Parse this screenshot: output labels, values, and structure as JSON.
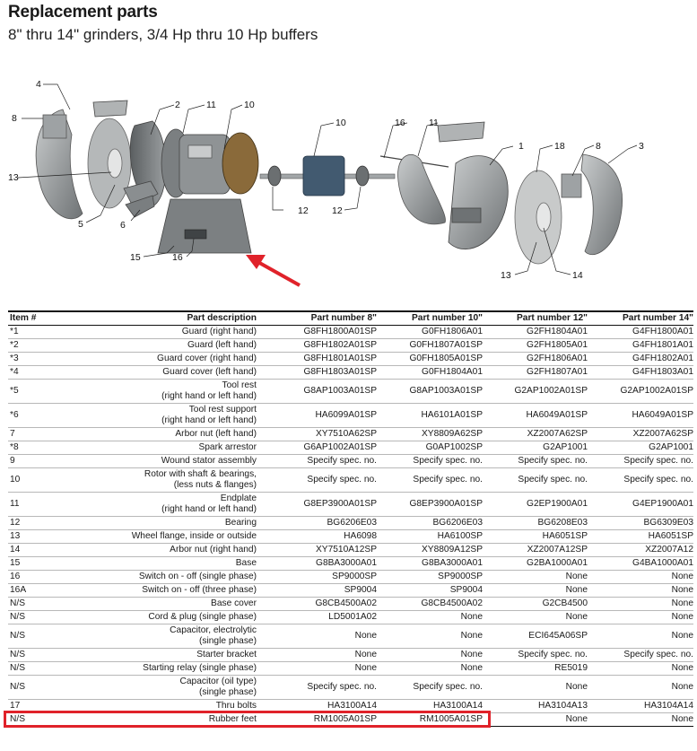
{
  "title": "Replacement parts",
  "subtitle": "8\" thru 14\" grinders, 3/4 Hp thru 10 Hp buffers",
  "diagram_labels": {
    "l4": "4",
    "l8a": "8",
    "l13a": "13",
    "l5": "5",
    "l6": "6",
    "l2": "2",
    "l11a": "11",
    "l10a": "10",
    "l15": "15",
    "l16a": "16",
    "l12a": "12",
    "l10b": "10",
    "l12b": "12",
    "l16b": "16",
    "l11b": "11",
    "l1": "1",
    "l18": "18",
    "l8b": "8",
    "l3": "3",
    "l13b": "13",
    "l14": "14"
  },
  "table": {
    "headers": [
      "Item #",
      "Part description",
      "Part number 8\"",
      "Part number 10\"",
      "Part number 12\"",
      "Part number 14\""
    ],
    "rows": [
      {
        "item": "*1",
        "desc": [
          "Guard (right hand)"
        ],
        "p8": "G8FH1800A01SP",
        "p10": "G0FH1806A01",
        "p12": "G2FH1804A01",
        "p14": "G4FH1800A01"
      },
      {
        "item": "*2",
        "desc": [
          "Guard (left hand)"
        ],
        "p8": "G8FH1802A01SP",
        "p10": "G0FH1807A01SP",
        "p12": "G2FH1805A01",
        "p14": "G4FH1801A01"
      },
      {
        "item": "*3",
        "desc": [
          "Guard cover (right hand)"
        ],
        "p8": "G8FH1801A01SP",
        "p10": "G0FH1805A01SP",
        "p12": "G2FH1806A01",
        "p14": "G4FH1802A01"
      },
      {
        "item": "*4",
        "desc": [
          "Guard cover (left hand)"
        ],
        "p8": "G8FH1803A01SP",
        "p10": "G0FH1804A01",
        "p12": "G2FH1807A01",
        "p14": "G4FH1803A01"
      },
      {
        "item": "*5",
        "desc": [
          "Tool rest",
          "(right hand or left hand)"
        ],
        "p8": "G8AP1003A01SP",
        "p10": "G8AP1003A01SP",
        "p12": "G2AP1002A01SP",
        "p14": "G2AP1002A01SP"
      },
      {
        "item": "*6",
        "desc": [
          "Tool rest support",
          "(right hand or left hand)"
        ],
        "p8": "HA6099A01SP",
        "p10": "HA6101A01SP",
        "p12": "HA6049A01SP",
        "p14": "HA6049A01SP"
      },
      {
        "item": "7",
        "desc": [
          "Arbor nut (left hand)"
        ],
        "p8": "XY7510A62SP",
        "p10": "XY8809A62SP",
        "p12": "XZ2007A62SP",
        "p14": "XZ2007A62SP"
      },
      {
        "item": "*8",
        "desc": [
          "Spark arrestor"
        ],
        "p8": "G6AP1002A01SP",
        "p10": "G0AP1002SP",
        "p12": "G2AP1001",
        "p14": "G2AP1001"
      },
      {
        "item": "9",
        "desc": [
          "Wound stator assembly"
        ],
        "p8": "Specify spec. no.",
        "p10": "Specify spec. no.",
        "p12": "Specify spec. no.",
        "p14": "Specify spec. no."
      },
      {
        "item": "10",
        "desc": [
          "Rotor with shaft & bearings,",
          "(less nuts & flanges)"
        ],
        "p8": "Specify spec. no.",
        "p10": "Specify spec. no.",
        "p12": "Specify spec. no.",
        "p14": "Specify spec. no."
      },
      {
        "item": "11",
        "desc": [
          "Endplate",
          "(right hand or left hand)"
        ],
        "p8": "G8EP3900A01SP",
        "p10": "G8EP3900A01SP",
        "p12": "G2EP1900A01",
        "p14": "G4EP1900A01"
      },
      {
        "item": "12",
        "desc": [
          "Bearing"
        ],
        "p8": "BG6206E03",
        "p10": "BG6206E03",
        "p12": "BG6208E03",
        "p14": "BG6309E03"
      },
      {
        "item": "13",
        "desc": [
          "Wheel flange, inside or outside"
        ],
        "p8": "HA6098",
        "p10": "HA6100SP",
        "p12": "HA6051SP",
        "p14": "HA6051SP"
      },
      {
        "item": "14",
        "desc": [
          "Arbor nut (right hand)"
        ],
        "p8": "XY7510A12SP",
        "p10": "XY8809A12SP",
        "p12": "XZ2007A12SP",
        "p14": "XZ2007A12"
      },
      {
        "item": "15",
        "desc": [
          "Base"
        ],
        "p8": "G8BA3000A01",
        "p10": "G8BA3000A01",
        "p12": "G2BA1000A01",
        "p14": "G4BA1000A01"
      },
      {
        "item": "16",
        "desc": [
          "Switch on - off  (single phase)"
        ],
        "p8": "SP9000SP",
        "p10": "SP9000SP",
        "p12": "None",
        "p14": "None"
      },
      {
        "item": "16A",
        "desc": [
          "Switch on - off  (three phase)"
        ],
        "p8": "SP9004",
        "p10": "SP9004",
        "p12": "None",
        "p14": "None"
      },
      {
        "item": "N/S",
        "desc": [
          "Base cover"
        ],
        "p8": "G8CB4500A02",
        "p10": "G8CB4500A02",
        "p12": "G2CB4500",
        "p14": "None"
      },
      {
        "item": "N/S",
        "desc": [
          "Cord & plug (single phase)"
        ],
        "p8": "LD5001A02",
        "p10": "None",
        "p12": "None",
        "p14": "None"
      },
      {
        "item": "N/S",
        "desc": [
          "Capacitor, electrolytic",
          "(single phase)"
        ],
        "p8": "None",
        "p10": "None",
        "p12": "ECI645A06SP",
        "p14": "None"
      },
      {
        "item": "N/S",
        "desc": [
          "Starter bracket"
        ],
        "p8": "None",
        "p10": "None",
        "p12": "Specify spec. no.",
        "p14": "Specify spec. no."
      },
      {
        "item": "N/S",
        "desc": [
          "Starting relay (single phase)"
        ],
        "p8": "None",
        "p10": "None",
        "p12": "RE5019",
        "p14": "None"
      },
      {
        "item": "N/S",
        "desc": [
          "Capacitor (oil type)",
          "(single phase)"
        ],
        "p8": "Specify spec. no.",
        "p10": "Specify spec. no.",
        "p12": "None",
        "p14": "None"
      },
      {
        "item": "17",
        "desc": [
          "Thru bolts"
        ],
        "p8": "HA3100A14",
        "p10": "HA3100A14",
        "p12": "HA3104A13",
        "p14": "HA3104A14"
      },
      {
        "item": "N/S",
        "desc": [
          "Rubber feet"
        ],
        "p8": "RM1005A01SP",
        "p10": "RM1005A01SP",
        "p12": "None",
        "p14": "None"
      }
    ]
  },
  "colors": {
    "highlight": "#e0222a",
    "arrow": "#e0222a",
    "part_gray": "#8c8f91",
    "rule": "#111111"
  }
}
